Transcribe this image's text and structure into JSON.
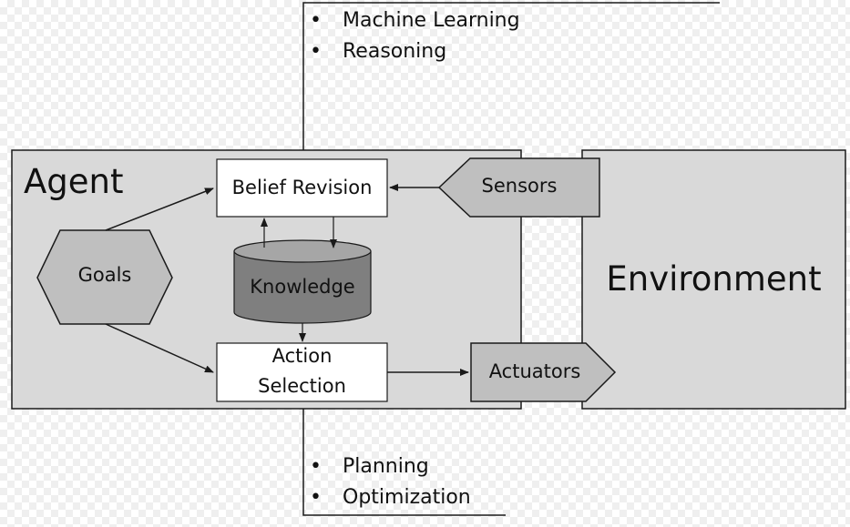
{
  "top_list": [
    "Machine Learning",
    "Reasoning"
  ],
  "bottom_list": [
    "Planning",
    "Optimization"
  ],
  "agent": {
    "title": "Agent",
    "goals": "Goals",
    "belief_revision": "Belief Revision",
    "knowledge": "Knowledge",
    "action_selection_line1": "Action",
    "action_selection_line2": "Selection",
    "sensors": "Sensors",
    "actuators": "Actuators"
  },
  "environment": {
    "title": "Environment"
  },
  "colors": {
    "agent_fill": "#d9d9d9",
    "shape_fill": "#bfbfbf",
    "knowledge_fill": "#7f7f7f",
    "knowledge_top": "#a6a6a6",
    "stroke": "#1a1a1a"
  }
}
